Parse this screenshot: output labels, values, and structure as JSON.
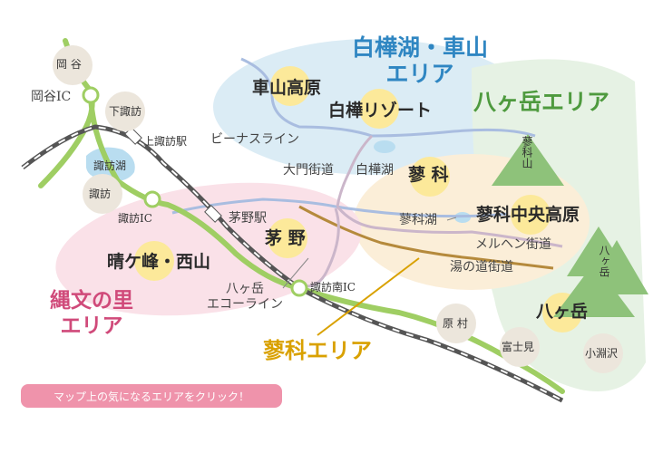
{
  "areas": {
    "shirakaba": {
      "line1": "白樺湖・車山",
      "line2": "エリア"
    },
    "yatsugatake": "八ヶ岳エリア",
    "jomon": {
      "line1": "縄文の里",
      "line2": "エリア"
    },
    "tateshina": "蓼科エリア"
  },
  "places": {
    "kurumayama_kogen": "車山高原",
    "shirakaba_resort": "白樺リゾート",
    "tateshina": "蓼 科",
    "tateshina_chuo_kogen": "蓼科中央高原",
    "chino": "茅 野",
    "harukamine": "晴ケ峰・西山",
    "yatsugatake": "八ヶ岳"
  },
  "labels": {
    "okaya": "岡 谷",
    "okaya_ic": "岡谷IC",
    "shimosuwa": "下諏訪",
    "kamisuwa_station": "上諏訪駅",
    "suwa_lake": "諏訪湖",
    "suwa": "諏訪",
    "suwa_ic": "諏訪IC",
    "venus_line": "ビーナスライン",
    "daimon_kaido": "大門街道",
    "shirakaba_lake": "白樺湖",
    "chino_station": "茅野駅",
    "tateshina_lake": "蓼科湖",
    "marchen_kaido": "メルヘン街道",
    "yunomichi_kaido": "湯の道街道",
    "echo_line_1": "八ヶ岳",
    "echo_line_2": "エコーライン",
    "suwa_minami_ic": "諏訪南IC",
    "hara_village": "原 村",
    "fujimi": "富士見",
    "kobuchizawa": "小淵沢",
    "mt_tateshina": "蓼科山",
    "mt_yatsugatake": "八ヶ岳"
  },
  "cta": "マップ上の気になるエリアをクリック！",
  "colors": {
    "area_blue": "#2f86c2",
    "area_green": "#4e9a3e",
    "area_pink": "#d04a7a",
    "area_orange": "#d9a100",
    "highway": "#9fce63",
    "railway": "#555555",
    "route_blue": "#a9bde0",
    "route_brown": "#b58a3c",
    "cta_bg": "#ef93ab"
  }
}
